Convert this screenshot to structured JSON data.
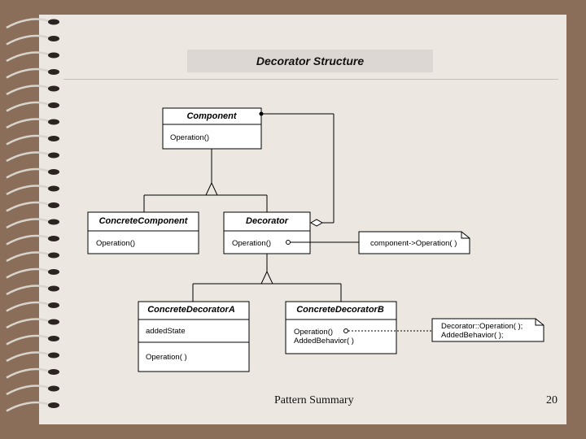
{
  "slide": {
    "title": "Decorator Structure",
    "footer": "Pattern Summary",
    "page_number": "20"
  },
  "diagram": {
    "component": {
      "name": "Component",
      "operations": [
        "Operation()"
      ]
    },
    "concrete_component": {
      "name": "ConcreteComponent",
      "operations": [
        "Operation()"
      ]
    },
    "decorator": {
      "name": "Decorator",
      "operations": [
        "Operation()"
      ]
    },
    "decorator_note": "component->Operation( )",
    "concrete_decorator_a": {
      "name": "ConcreteDecoratorA",
      "attributes": [
        "addedState"
      ],
      "operations": [
        "Operation( )"
      ]
    },
    "concrete_decorator_b": {
      "name": "ConcreteDecoratorB",
      "operations": [
        "Operation()",
        "AddedBehavior( )"
      ]
    },
    "b_note": [
      "Decorator::Operation( );",
      "AddedBehavior( );"
    ]
  },
  "colors": {
    "background": "#8a6e5a",
    "slide": "#ece7e1",
    "box": "#ffffff",
    "line": "#000000"
  }
}
